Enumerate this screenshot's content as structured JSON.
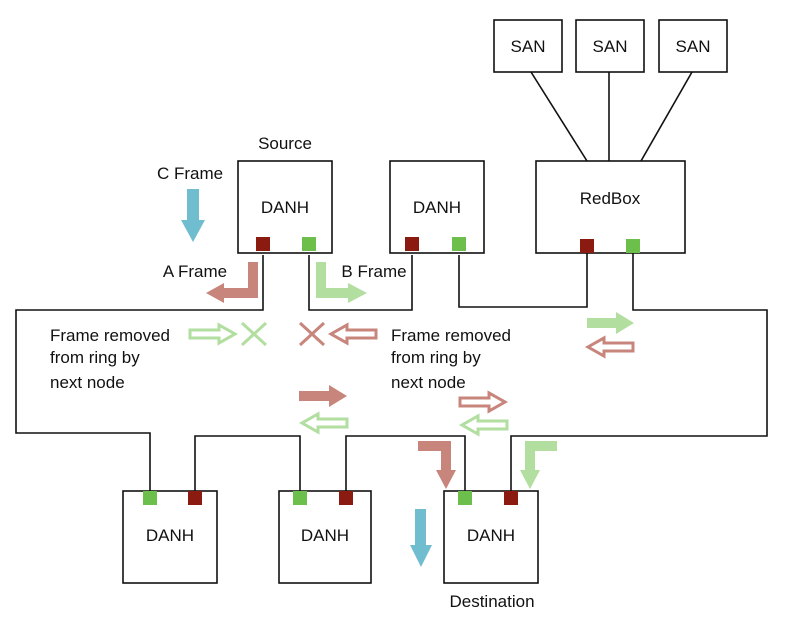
{
  "colors": {
    "port_a": "#8b1a10",
    "port_b": "#6cbf4a",
    "path_a": "#c8857c",
    "path_b": "#b2dea0",
    "path_c": "#70bdd0",
    "redbox_fill": "#c98a82"
  },
  "labels": {
    "source": "Source",
    "destination": "Destination",
    "c_frame": "C Frame",
    "a_frame": "A Frame",
    "b_frame": "B Frame",
    "removed_left": [
      "Frame removed",
      "from ring by",
      "next node"
    ],
    "removed_right": [
      "Frame removed",
      "from ring by",
      "next node"
    ]
  },
  "nodes": {
    "source": "DANH",
    "top_middle": "DANH",
    "redbox": "RedBox",
    "bottom_left": "DANH",
    "bottom_middle": "DANH",
    "destination": "DANH"
  },
  "san_devices": [
    "SAN",
    "SAN",
    "SAN"
  ]
}
